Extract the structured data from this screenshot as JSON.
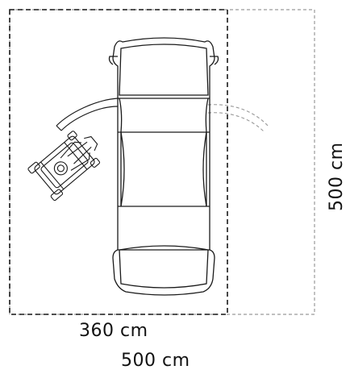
{
  "dimensions": {
    "inner_width": "360 cm",
    "outer_width": "500 cm",
    "depth": "500 cm"
  },
  "elements": {
    "car": "car-top-view",
    "wheelchair": "wheelchair-user-icon",
    "doors": [
      "door-swing-left",
      "door-swing-right"
    ]
  },
  "colors": {
    "line": "#1a1a1a",
    "light_line": "#999999"
  }
}
